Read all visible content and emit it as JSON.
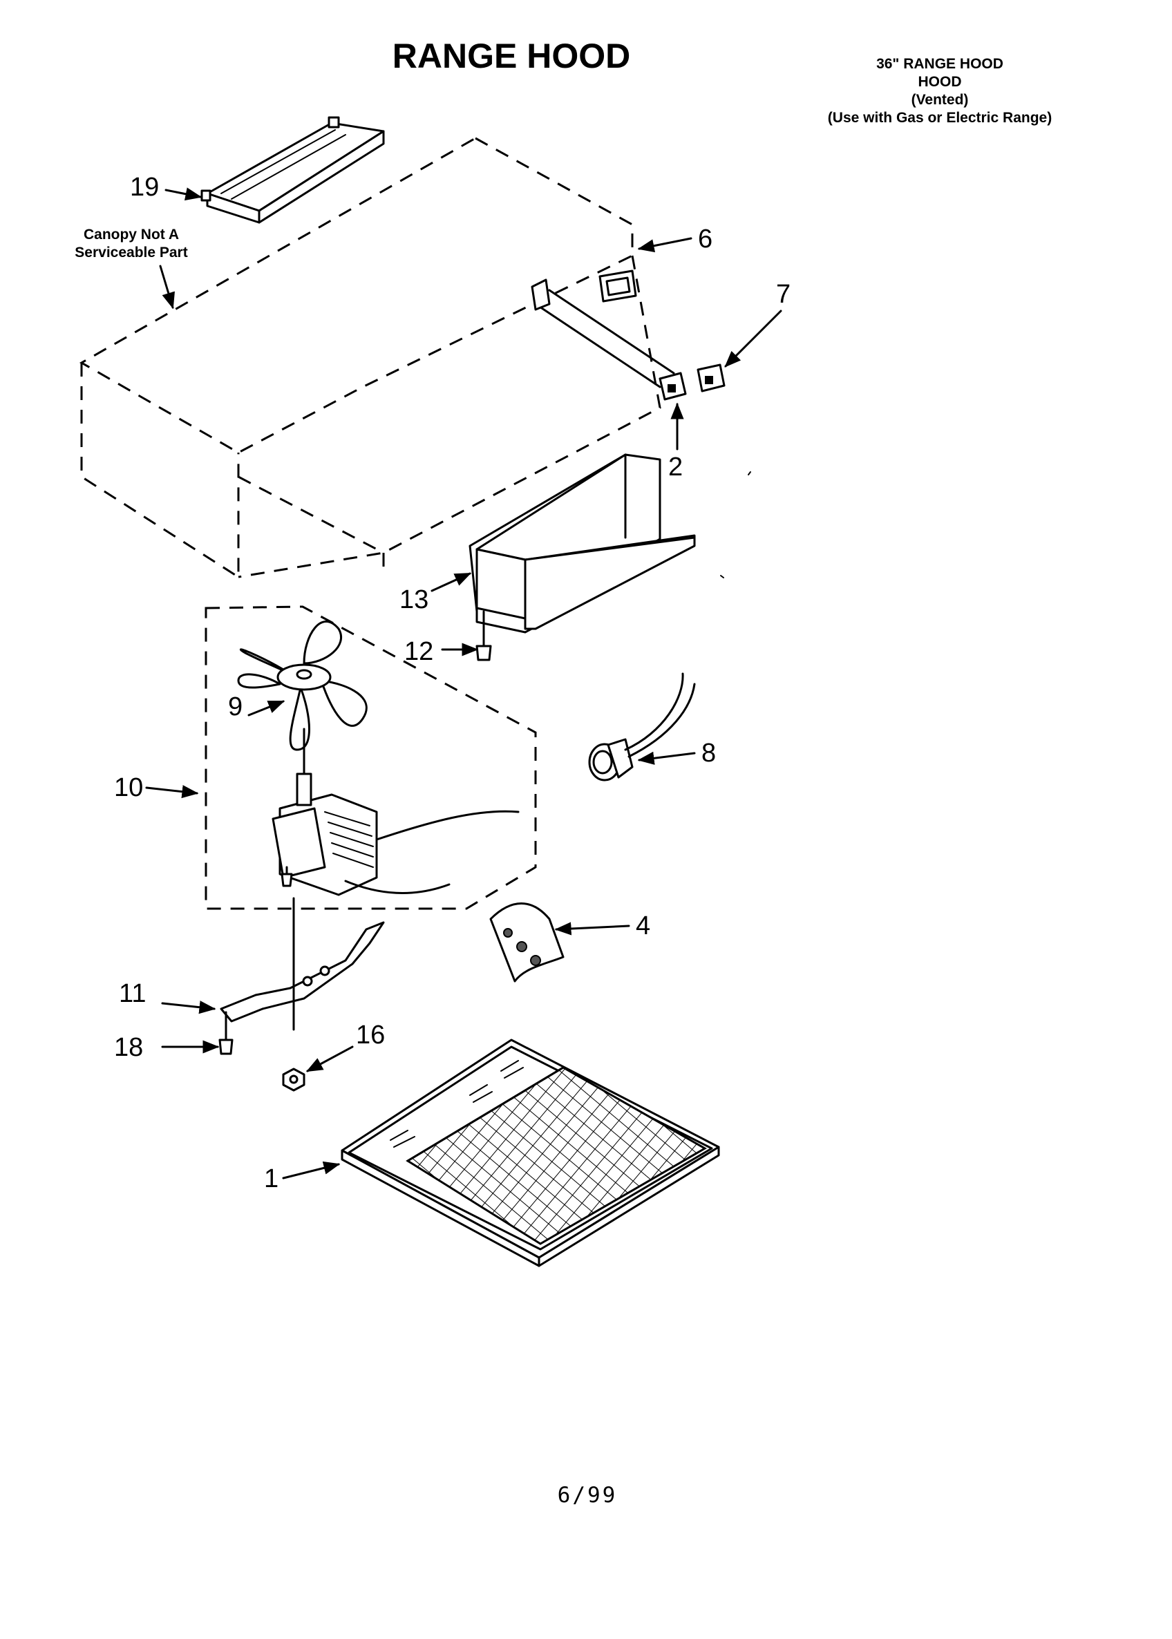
{
  "header": {
    "title": "RANGE HOOD",
    "subtitle_lines": [
      "36\" RANGE HOOD",
      "HOOD",
      "(Vented)",
      "(Use with Gas or Electric Range)"
    ]
  },
  "notes": {
    "canopy_line1": "Canopy Not A",
    "canopy_line2": "Serviceable Part"
  },
  "callouts": {
    "p19": "19",
    "p6": "6",
    "p7": "7",
    "p2": "2",
    "p13": "13",
    "p12": "12",
    "p9": "9",
    "p8": "8",
    "p10": "10",
    "p4": "4",
    "p11": "11",
    "p18": "18",
    "p16": "16",
    "p1": "1"
  },
  "footer": {
    "page_code": "6/99"
  }
}
